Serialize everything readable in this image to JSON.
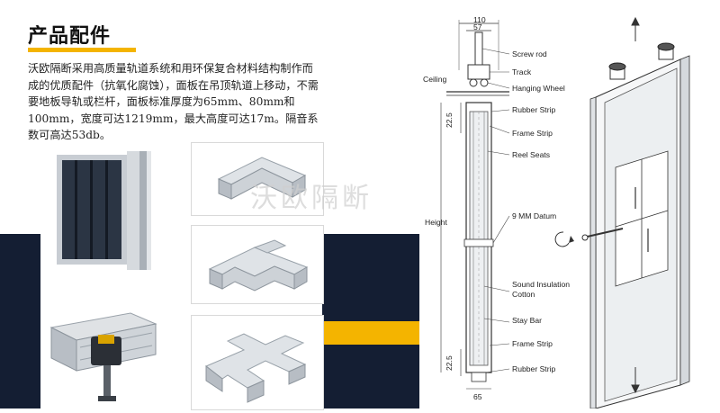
{
  "title": "产品配件",
  "description": "沃欧隔断采用高质量轨道系统和用环保复合材料结构制作而成的优质配件（抗氧化腐蚀），面板在吊顶轨道上移动，不需要地板导轨或栏杆，面板标准厚度为65mm、80mm和100mm，宽度可达1219mm，最大高度可达17m。隔音系数可高达53db。",
  "watermark": "沃欧隔断",
  "diagram": {
    "dim_top": "110",
    "dim_inner": "57",
    "dim_side_top": "22.5",
    "dim_side_bottom": "22.5",
    "dim_bottom": "65",
    "left_labels": {
      "ceiling": "Ceiling",
      "height": "Height"
    },
    "right_labels": {
      "screw_rod": "Screw rod",
      "track": "Track",
      "hanging_wheel": "Hanging Wheel",
      "rubber_strip_top": "Rubber Strip",
      "frame_strip_top": "Frame Strip",
      "reel_seats": "Reel Seats",
      "datum": "9 MM Datum",
      "sound_insulation": "Sound Insulation",
      "cotton": "Cotton",
      "stay_bar": "Stay Bar",
      "frame_strip_bottom": "Frame Strip",
      "rubber_strip_bottom": "Rubber Strip"
    }
  },
  "colors": {
    "navy": "#141e33",
    "gold": "#f4b400"
  }
}
